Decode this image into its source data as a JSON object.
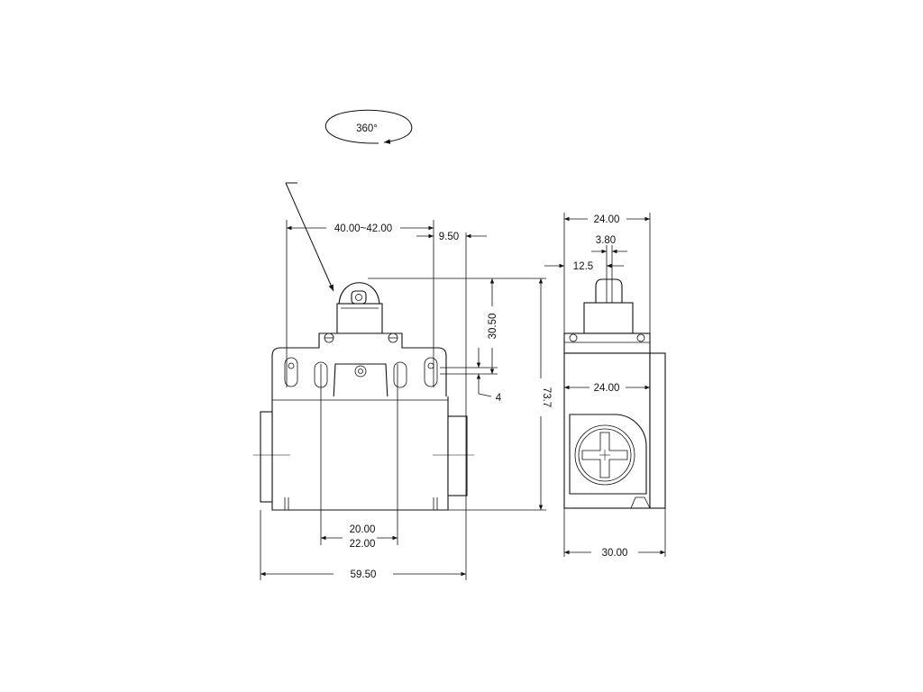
{
  "rotation_label": "360°",
  "front_view": {
    "actuator_reach": "40.00~42.00",
    "offset": "9.50",
    "actuator_height": "30.50",
    "slot_gap": "4",
    "overall_height": "73.7",
    "mount_spacing_min": "20.00",
    "mount_spacing_max": "22.00",
    "overall_width": "59.50"
  },
  "side_view": {
    "top_width": "24.00",
    "roller_width": "3.80",
    "roller_offset": "12.5",
    "body_width": "24.00",
    "total_depth": "30.00"
  }
}
